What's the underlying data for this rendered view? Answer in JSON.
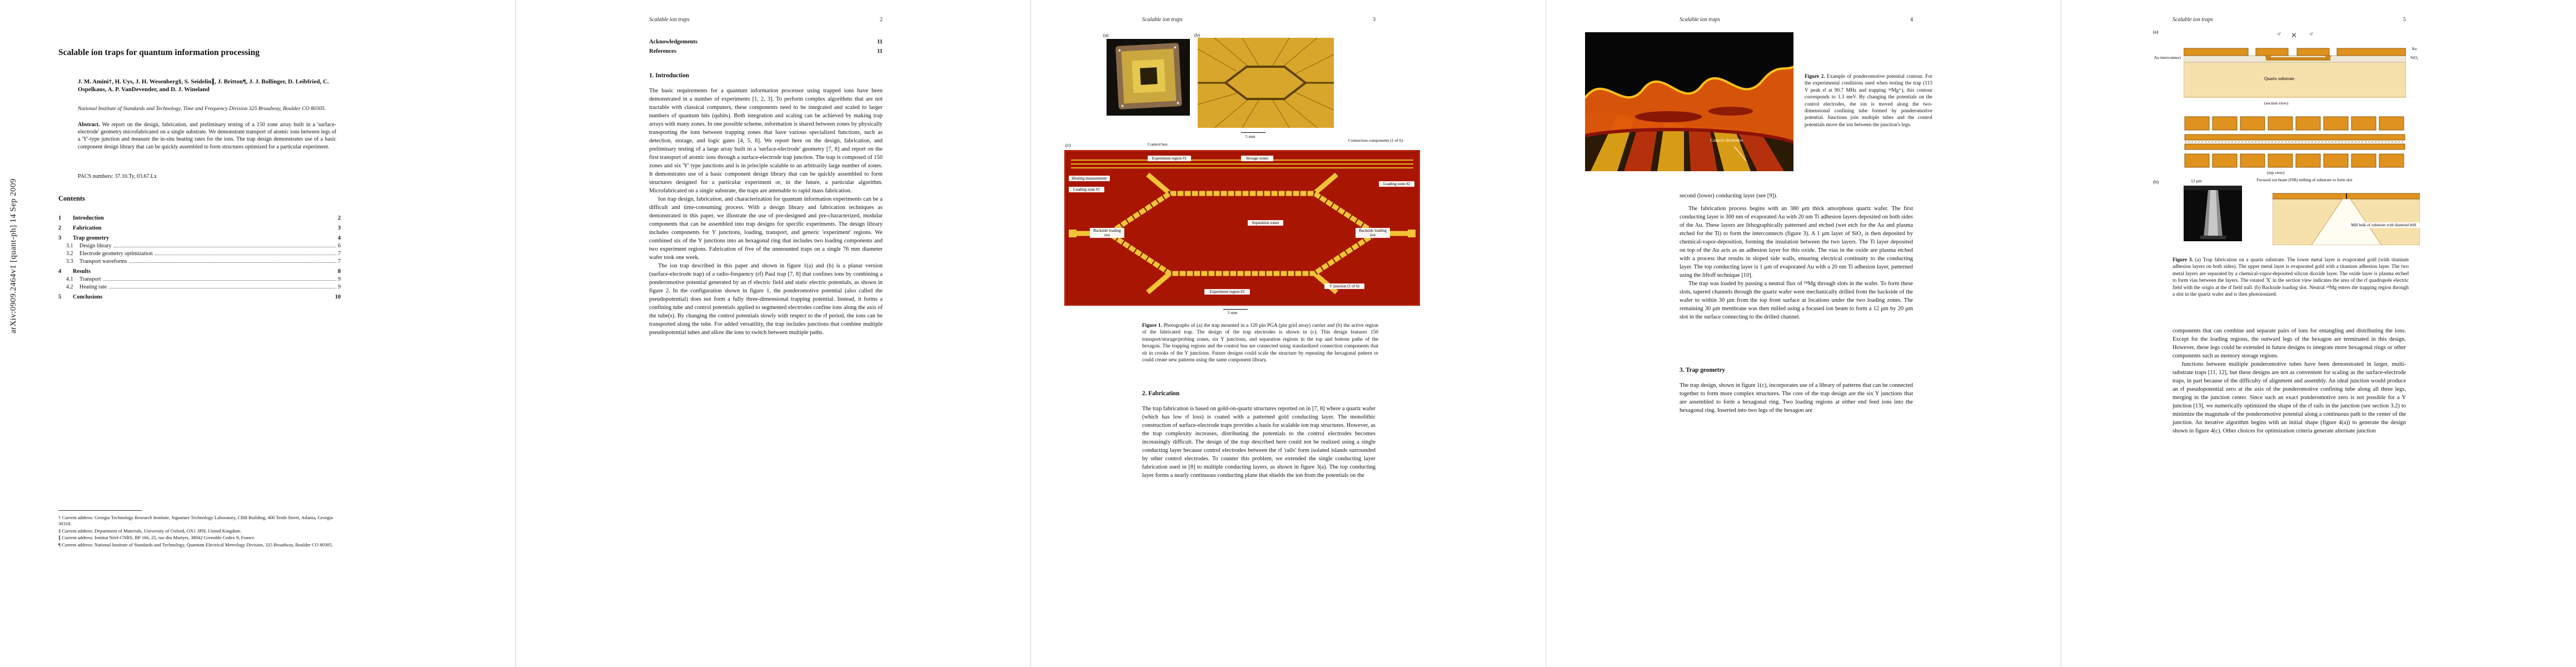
{
  "arxiv_label": "arXiv:0909.2464v1  [quant-ph]  14 Sep 2009",
  "running_title": "Scalable ion traps",
  "title_page": {
    "title": "Scalable ion traps for quantum information processing",
    "authors": "J. M. Amini†, H. Uys, J. H. Wesenberg§, S. Seidelin∥, J. Britton¶, J. J. Bollinger, D. Leibfried, C. Ospelkaus, A. P. VanDevender, and D. J. Wineland",
    "affiliation": "National Institute of Standards and Technology, Time and Frequency Division 325 Broadway, Boulder CO 80305.",
    "abstract_label": "Abstract.",
    "abstract_text": "We report on the design, fabrication, and preliminary testing of a 150 zone array built in a 'surface-electrode' geometry microfabricated on a single substrate. We demonstrate transport of atomic ions between legs of a 'Y'-type junction and measure the in-situ heating rates for the ions. The trap design demonstrates use of a basic component design library that can be quickly assembled to form structures optimized for a particular experiment.",
    "pacs": "PACS numbers: 37.10.Ty, 03.67.Lx",
    "contents_heading": "Contents",
    "toc": [
      {
        "num": "1",
        "label": "Introduction",
        "page": "2"
      },
      {
        "num": "2",
        "label": "Fabrication",
        "page": "3"
      },
      {
        "num": "3",
        "label": "Trap geometry",
        "page": "4"
      },
      {
        "num": "3.1",
        "label": "Design library",
        "page": "6"
      },
      {
        "num": "3.2",
        "label": "Electrode geometry optimization",
        "page": "7"
      },
      {
        "num": "3.3",
        "label": "Transport waveforms",
        "page": "7"
      },
      {
        "num": "4",
        "label": "Results",
        "page": "8"
      },
      {
        "num": "4.1",
        "label": "Transport",
        "page": "9"
      },
      {
        "num": "4.2",
        "label": "Heating rate",
        "page": "9"
      },
      {
        "num": "5",
        "label": "Conclusions",
        "page": "10"
      }
    ],
    "footnotes": [
      "† Current address: Georgia Technology Research Institute, Signature Technology Laboratory, CRB Building, 400 Tenth Street, Atlanta, Georgia 30318.",
      "§ Current address: Department of Materials, University of Oxford, OX1 3PH, United Kingdom.",
      "∥ Current address: Institut Néel-CNRS, BP 166, 25, rue des Martyrs, 38042 Grenoble Cedex 9, France.",
      "¶ Current address: National Institute of Standards and Technology, Quantum Electrical Metrology Division, 325 Broadway, Boulder CO 80305."
    ]
  },
  "page2": {
    "page_number": "2",
    "toc_extra": [
      {
        "label": "Acknowledgements",
        "page": "11"
      },
      {
        "label": "References",
        "page": "11"
      }
    ],
    "section_heading": "1. Introduction",
    "paragraphs": [
      "The basic requirements for a quantum information processor using trapped ions have been demonstrated in a number of experiments [1, 2, 3]. To perform complex algorithms that are not tractable with classical computers, these components need to be integrated and scaled to larger numbers of quantum bits (qubits). Both integration and scaling can be achieved by making trap arrays with many zones. In one possible scheme, information is shared between zones by physically transporting the ions between trapping zones that have various specialized functions, such as detection, storage, and logic gates [4, 5, 6]. We report here on the design, fabrication, and preliminary testing of a large array built in a 'surface-electrode' geometry [7, 8] and report on the first transport of atomic ions through a surface-electrode trap junction. The trap is composed of 150 zones and six 'Y' type junctions and is in principle scalable to an arbitrarily large number of zones. It demonstrates use of a basic component design library that can be quickly assembled to form structures designed for a particular experiment or, in the future, a particular algorithm. Microfabricated on a single substrate, the traps are amenable to rapid mass fabrication.",
      "Ion trap design, fabrication, and characterization for quantum information experiments can be a difficult and time-consuming process. With a design library and fabrication techniques as demonstrated in this paper, we illustrate the use of pre-designed and pre-characterized, modular components that can be assembled into trap designs for specific experiments. The design library includes components for Y junctions, loading, transport, and generic 'experiment' regions. We combined six of the Y junctions into an hexagonal ring that includes two loading components and two experiment regions. Fabrication of five of the unmounted traps on a single 76 mm diameter wafer took one week.",
      "The ion trap described in this paper and shown in figure 1(a) and (b) is a planar version (surface-electrode trap) of a radio-frequency (rf) Paul trap [7, 8] that confines ions by combining a ponderomotive potential generated by an rf electric field and static electric potentials, as shown in figure 2. In the configuration shown in figure 1, the ponderomotive potential (also called the pseudopotential) does not form a fully three-dimensional trapping potential. Instead, it forms a confining tube and control potentials applied to segmented electrodes confine ions along the axis of the tube(s). By changing the control potentials slowly with respect to the rf period, the ions can be transported along the tube. For added versatility, the trap includes junctions that combine multiple pseudopotential tubes and allow the ions to switch between multiple paths."
    ]
  },
  "page3": {
    "page_number": "3",
    "figure1": {
      "panel_a": "(a)",
      "panel_b": "(b)",
      "panel_c": "(c)",
      "labels": {
        "control_bus": "Control bus",
        "experiment1": "Experiment region #1",
        "storage": "Storage zones",
        "connection": "Connection components (1 of 6)",
        "heating": "Heating measurement",
        "loading1": "Loading zone #1",
        "loading2": "Loading zone #2",
        "separation": "Separation zones",
        "backside_left": "Backside loading slot",
        "backside_right": "Backside loading slot",
        "y_junction": "Y junction (1 of 6)",
        "experiment2": "Experiment region #2",
        "scale_b": "5 mm",
        "scale_c": "5 mm"
      },
      "caption_label": "Figure 1.",
      "caption_text": "Photographs of (a) the trap mounted in a 120 pin PGA (pin grid array) carrier and (b) the active region of the fabricated trap. The design of the trap electrodes is shown in (c). This design features 150 transport/storage/probing zones, six Y junctions, and separation regions in the top and bottom paths of the hexagon. The trapping regions and the control bus are connected using standardized connection components that sit in crooks of the Y junctions. Future designs could scale the structure by repeating the hexagonal pattern or could create new patterns using the same component library."
    },
    "section_heading": "2. Fabrication",
    "paragraphs": [
      "The trap fabrication is based on gold-on-quartz structures reported on in [7, 8] where a quartz wafer (which has low rf loss) is coated with a patterned gold conducting layer. The monolithic construction of surface-electrode traps provides a basis for scalable ion trap structures. However, as the trap complexity increases, distributing the potentials to the control electrodes becomes increasingly difficult. The design of the trap described here could not be realized using a single conducting layer because control electrodes between the rf 'rails' form isolated islands surrounded by other control electrodes. To counter this problem, we extended the single conducting layer fabrication used in [8] to multiple conducting layers, as shown in figure 3(a). The top conducting layer forms a nearly continuous conducting plane that shields the ion from the potentials on the"
    ]
  },
  "page4": {
    "page_number": "4",
    "figure2": {
      "label_control_electrodes": "Control electrodes",
      "caption_label": "Figure 2.",
      "caption_text": "Example of ponderomotive potential contour. For the experimental conditions used when testing the trap (113 V peak rf at 90.7 MHz and trapping ²⁴Mg⁺), this contour corresponds to 1.3 meV. By changing the potentials on the control electrodes, the ion is moved along the two-dimensional confining tube formed by ponderomotive potential. Junctions join multiple tubes and the control potentials move the ion between the junction's legs."
    },
    "continuation": "second (lower) conducting layer (see [9]).",
    "paragraphs": [
      "The fabrication process begins with an 380 μm thick amorphous quartz wafer. The first conducting layer is 300 nm of evaporated Au with 20 nm Ti adhesion layers deposited on both sides of the Au. These layers are lithographically patterned and etched (wet etch for the Au and plasma etched for the Ti) to form the interconnects (figure 3). A 1 μm layer of SiO₂ is then deposited by chemical-vapor-deposition, forming the insulation between the two layers. The Ti layer deposited on top of the Au acts as an adhesion layer for this oxide. The vias in the oxide are plasma etched with a process that results in sloped side walls, ensuring electrical continuity to the conducting layer. The top conducting layer is 1 μm of evaporated Au with a 20 nm Ti adhesion layer, patterned using the liftoff technique [10].",
      "The trap was loaded by passing a neutral flux of ²⁴Mg through slots in the wafer. To form these slots, tapered channels through the quartz wafer were mechanically drilled from the backside of the wafer to within 30 μm from the top front surface at locations under the two loading zones. The remaining 30 μm membrane was then milled using a focused ion beam to form a 12 μm by 20 μm slot in the surface connecting to the drilled channel."
    ],
    "section_heading": "3. Trap geometry",
    "section_paragraphs": [
      "The trap design, shown in figure 1(c), incorporates use of a library of patterns that can be connected together to form more complex structures. The core of the trap design are the six Y junctions that are assembled to form a hexagonal ring. Two loading regions at either end feed ions into the hexagonal ring. Inserted into two legs of the hexagon are"
    ]
  },
  "page5": {
    "page_number": "5",
    "figure3": {
      "panel_a": "(a)",
      "panel_b": "(b)",
      "x_marker": "✕",
      "labels": {
        "rf_left": "rf",
        "rf_right": "rf",
        "au_interconnect": "Au interconnect",
        "quartz_substrate": "Quartz substrate",
        "au": "Au",
        "sio2": "SiO₂",
        "section_view": "(section view)",
        "top_view": "(top view)",
        "slot_scale": "12 μm",
        "fib": "Focused ion beam (FIB) milling of substrate to form slot",
        "drill": "Mill bulk of substrate with diamond drill"
      },
      "caption_label": "Figure 3.",
      "caption_text": "(a) Trap fabrication on a quartz substrate. The lower metal layer is evaporated gold (with titanium adhesion layers on both sides). The upper metal layer is evaporated gold with a titanium adhesion layer. The two metal layers are separated by a chemical-vapor-deposited silicon dioxide layer. The oxide layer is plasma etched to form vias between the layers. The rotated 'X' in the section view indicates the area of the rf quadrupole electric field with the origin at the rf field null. (b) Backside loading slot. Neutral ²⁴Mg enters the trapping region through a slot in the quartz wafer and is then photoionized."
    },
    "paragraphs": [
      "components that can combine and separate pairs of ions for entangling and distributing the ions. Except for the loading regions, the outward legs of the hexagon are terminated in this design. However, these legs could be extended in future designs to integrate more hexagonal rings or other components such as memory storage regions.",
      "Junctions between multiple ponderomotive tubes have been demonstrated in larger, multi-substrate traps [11, 12], but these designs are not as convenient for scaling as the surface-electrode traps, in part because of the difficulty of alignment and assembly. An ideal junction would produce an rf pseudopotential zero at the axis of the ponderomotive confining tube along all three legs, merging in the junction center. Since such an exact ponderomotive zero is not possible for a Y junction [13], we numerically optimized the shape of the rf rails in the junction (see section 3.2) to minimize the magnitude of the ponderomotive potential along a continuous path to the center of the junction. An iterative algorithm begins with an initial shape (figure 4(a)) to generate the design shown in figure 4(c). Other choices for optimization criteria generate alternate junction"
    ]
  }
}
